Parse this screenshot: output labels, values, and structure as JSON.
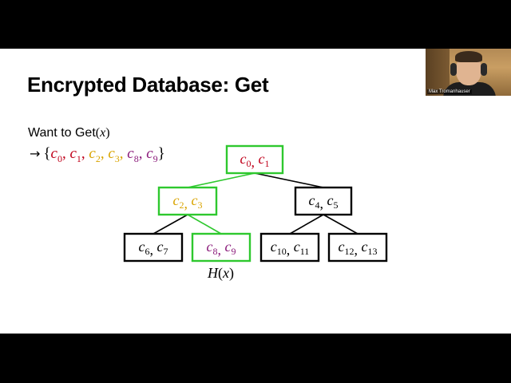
{
  "slide": {
    "title": "Encrypted Database: Get",
    "intro": {
      "prefix": "Want to ",
      "call": "Get",
      "open_paren": "(",
      "arg": "x",
      "close_paren": ")"
    },
    "result": {
      "arrow": "→",
      "open_brace": "{",
      "close_brace": "}",
      "items": [
        {
          "base": "c",
          "sub": "0",
          "color": "#c0001a"
        },
        {
          "base": "c",
          "sub": "1",
          "color": "#c0001a"
        },
        {
          "base": "c",
          "sub": "2",
          "color": "#d9a400"
        },
        {
          "base": "c",
          "sub": "3",
          "color": "#d9a400"
        },
        {
          "base": "c",
          "sub": "8",
          "color": "#8a1a7a"
        },
        {
          "base": "c",
          "sub": "9",
          "color": "#8a1a7a"
        }
      ]
    },
    "tree": {
      "highlight_color": "#2ec82e",
      "default_color": "#000000",
      "nodes": [
        {
          "id": "root",
          "parts": [
            {
              "base": "c",
              "sub": "0"
            },
            {
              "base": "c",
              "sub": "1"
            }
          ],
          "text_color": "#c0001a",
          "highlighted": true
        },
        {
          "id": "l",
          "parts": [
            {
              "base": "c",
              "sub": "2"
            },
            {
              "base": "c",
              "sub": "3"
            }
          ],
          "text_color": "#d9a400",
          "highlighted": true
        },
        {
          "id": "r",
          "parts": [
            {
              "base": "c",
              "sub": "4"
            },
            {
              "base": "c",
              "sub": "5"
            }
          ],
          "text_color": "#000000",
          "highlighted": false
        },
        {
          "id": "ll",
          "parts": [
            {
              "base": "c",
              "sub": "6"
            },
            {
              "base": "c",
              "sub": "7"
            }
          ],
          "text_color": "#000000",
          "highlighted": false
        },
        {
          "id": "lr",
          "parts": [
            {
              "base": "c",
              "sub": "8"
            },
            {
              "base": "c",
              "sub": "9"
            }
          ],
          "text_color": "#8a1a7a",
          "highlighted": true
        },
        {
          "id": "rl",
          "parts": [
            {
              "base": "c",
              "sub": "10"
            },
            {
              "base": "c",
              "sub": "11"
            }
          ],
          "text_color": "#000000",
          "highlighted": false
        },
        {
          "id": "rr",
          "parts": [
            {
              "base": "c",
              "sub": "12"
            },
            {
              "base": "c",
              "sub": "13"
            }
          ],
          "text_color": "#000000",
          "highlighted": false
        }
      ],
      "edges": [
        {
          "from": "root",
          "to": "l",
          "highlighted": true
        },
        {
          "from": "root",
          "to": "r",
          "highlighted": false
        },
        {
          "from": "l",
          "to": "ll",
          "highlighted": false
        },
        {
          "from": "l",
          "to": "lr",
          "highlighted": true
        },
        {
          "from": "r",
          "to": "rl",
          "highlighted": false
        },
        {
          "from": "r",
          "to": "rr",
          "highlighted": false
        }
      ]
    },
    "hash_label": {
      "fn": "H",
      "open": "(",
      "arg": "x",
      "close": ")"
    }
  },
  "webcam": {
    "name": "Max Tromanhauser"
  }
}
